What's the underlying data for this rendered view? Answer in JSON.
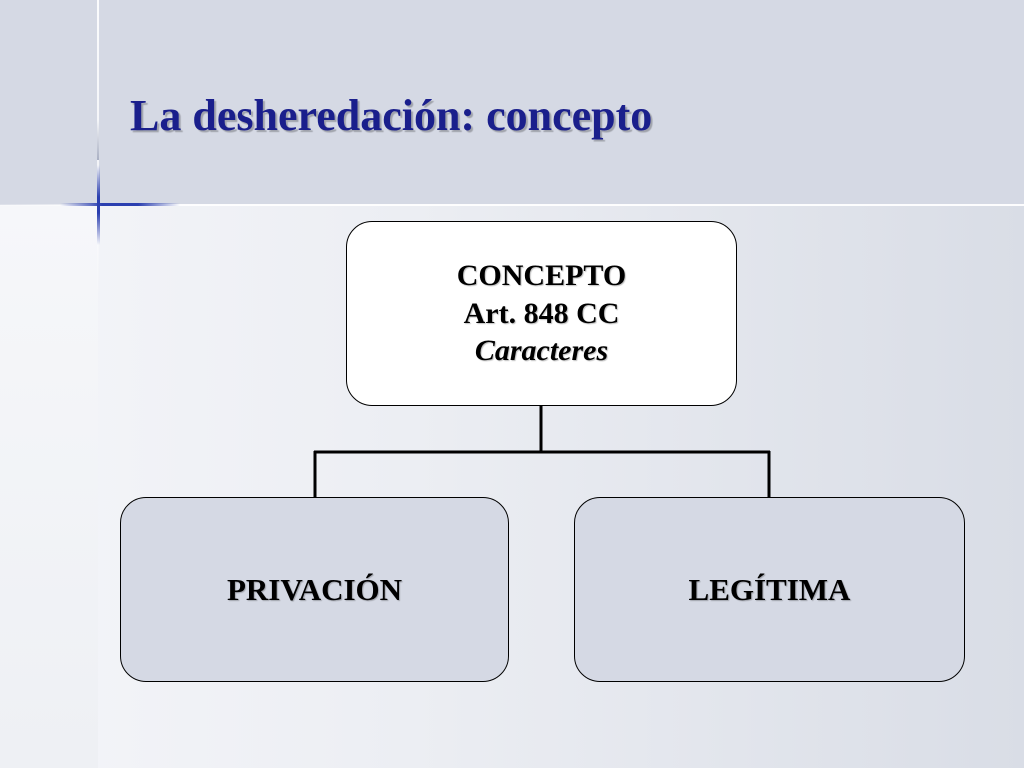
{
  "slide": {
    "title": "La desheredación: concepto"
  },
  "diagram": {
    "root": {
      "line1": "CONCEPTO",
      "line2": "Art. 848 CC",
      "line3": "Caracteres"
    },
    "children": [
      {
        "label": "PRIVACIÓN"
      },
      {
        "label": "LEGÍTIMA"
      }
    ]
  },
  "colors": {
    "title": "#1a1f8c",
    "accent_cross": "#2b3fb0",
    "header_band": "#d5d9e4",
    "child_box_fill": "#d5d9e4",
    "root_box_fill": "#ffffff"
  }
}
